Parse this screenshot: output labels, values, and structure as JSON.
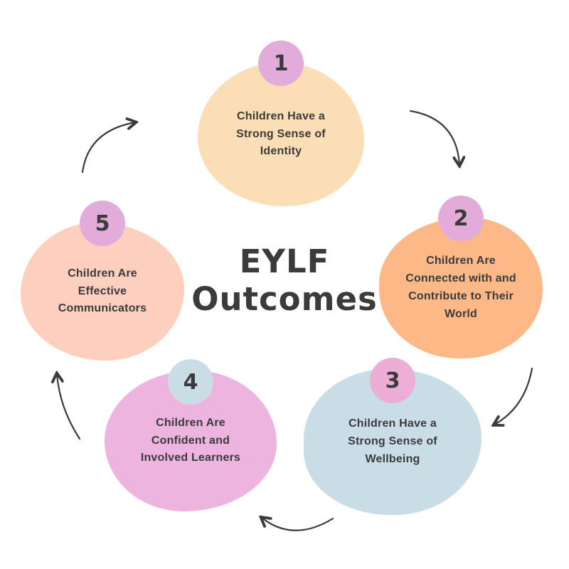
{
  "title": {
    "line1": "EYLF",
    "line2": "Outcomes"
  },
  "outcomes": [
    {
      "number": "1",
      "label": "Children Have a Strong Sense of Identity",
      "blob_color": "#FCDEB6",
      "badge_color": "#E3ABDA"
    },
    {
      "number": "2",
      "label": "Children Are Connected with and Contribute to Their World",
      "blob_color": "#FCB987",
      "badge_color": "#E3ABDA"
    },
    {
      "number": "3",
      "label": "Children Have a Strong Sense of Wellbeing",
      "blob_color": "#C9DDE6",
      "badge_color": "#ECAED6"
    },
    {
      "number": "4",
      "label": "Children Are Confident and Involved Learners",
      "blob_color": "#ECB4DE",
      "badge_color": "#C9DDE6"
    },
    {
      "number": "5",
      "label": "Children Are Effective Communicators",
      "blob_color": "#FDCFBE",
      "badge_color": "#E3ABDA"
    }
  ],
  "flow": {
    "direction": "clockwise",
    "arrows": [
      "5→1",
      "1→2",
      "2→3",
      "3→4",
      "4→5"
    ]
  },
  "colors": {
    "background": "#FFFFFF",
    "text": "#3B3B3B",
    "arrow": "#3B3B3B"
  }
}
